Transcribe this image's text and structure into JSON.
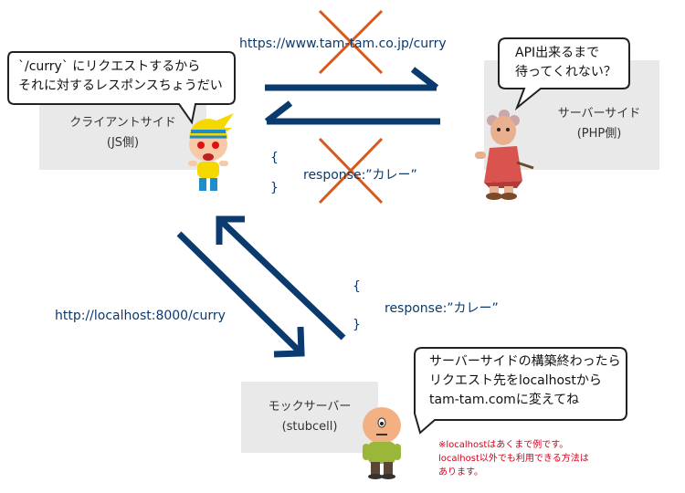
{
  "client_box": {
    "title": "クライアントサイド",
    "subtitle": "(JS側)"
  },
  "server_box": {
    "title": "サーバーサイド",
    "subtitle": "(PHP側)"
  },
  "mock_box": {
    "title": "モックサーバー",
    "subtitle": "(stubcell)"
  },
  "top_url": "https://www.tam-tam.co.jp/curry",
  "local_url": "http://localhost:8000/curry",
  "response_top": {
    "open": "{",
    "body": "response:”カレー”",
    "close": "}"
  },
  "response_bottom": {
    "open": "{",
    "body": "response:”カレー”",
    "close": "}"
  },
  "client_bubble": {
    "line1": "`/curry` にリクエストするから",
    "line2": "それに対するレスポンスちょうだい"
  },
  "server_bubble": {
    "line1": "API出来るまで",
    "line2": "待ってくれない？"
  },
  "mock_bubble": {
    "line1": "サーバーサイドの構築終わったら",
    "line2": "リクエスト先をlocalhostから",
    "line3": "tam-tam.comに変えてね"
  },
  "note": {
    "line1": "※localhostはあくまで例です。",
    "line2": "localhost以外でも利用できる方法は",
    "line3": "あります。"
  },
  "colors": {
    "arrow": "#0b3a6e",
    "cross": "#d65a1c",
    "box": "#e9e9e9",
    "note": "#d0021b"
  }
}
